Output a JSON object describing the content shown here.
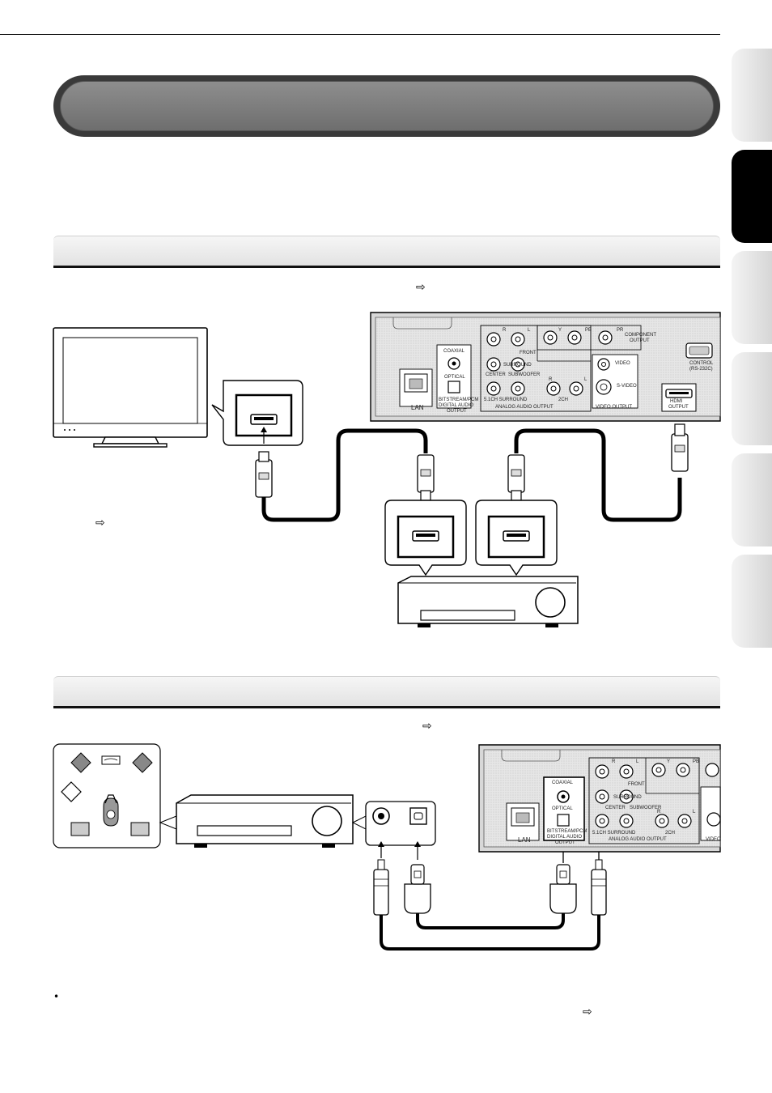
{
  "page": {
    "reference_arrow": "⇨",
    "bullet": "•"
  },
  "side_tabs": [
    {
      "state": "inactive"
    },
    {
      "state": "active"
    },
    {
      "state": "inactive"
    },
    {
      "state": "inactive"
    },
    {
      "state": "inactive"
    },
    {
      "state": "inactive"
    }
  ],
  "player_panel": {
    "jack_labels": {
      "coaxial": "COAXIAL",
      "optical": "OPTICAL",
      "digital_line1": "BITSTREAM/PCM",
      "digital_line2": "DIGITAL AUDIO",
      "digital_line3": "OUTPUT",
      "lan": "LAN",
      "r": "R",
      "l": "L",
      "front": "FRONT",
      "surround": "SURROUND",
      "center": "CENTER",
      "subwoofer": "SUBWOOFER",
      "five_ch": "5.1CH SURROUND",
      "two_ch": "2CH",
      "analog_audio_output": "ANALOG AUDIO OUTPUT",
      "y": "Y",
      "pb": "PB",
      "pr": "PR",
      "component_line1": "COMPONENT",
      "component_line2": "OUTPUT",
      "video": "VIDEO",
      "s_video": "S-VIDEO",
      "video_output": "VIDEO OUTPUT",
      "control_line1": "CONTROL",
      "control_line2": "(RS-232C)",
      "hdmi_line1": "HDMI",
      "hdmi_line2": "OUTPUT"
    }
  },
  "colors": {
    "banner_dark": "#3a3a3a",
    "banner_fill": "#7e7e7e",
    "panel_gray": "#dcdcdc",
    "cable_black": "#000000"
  }
}
